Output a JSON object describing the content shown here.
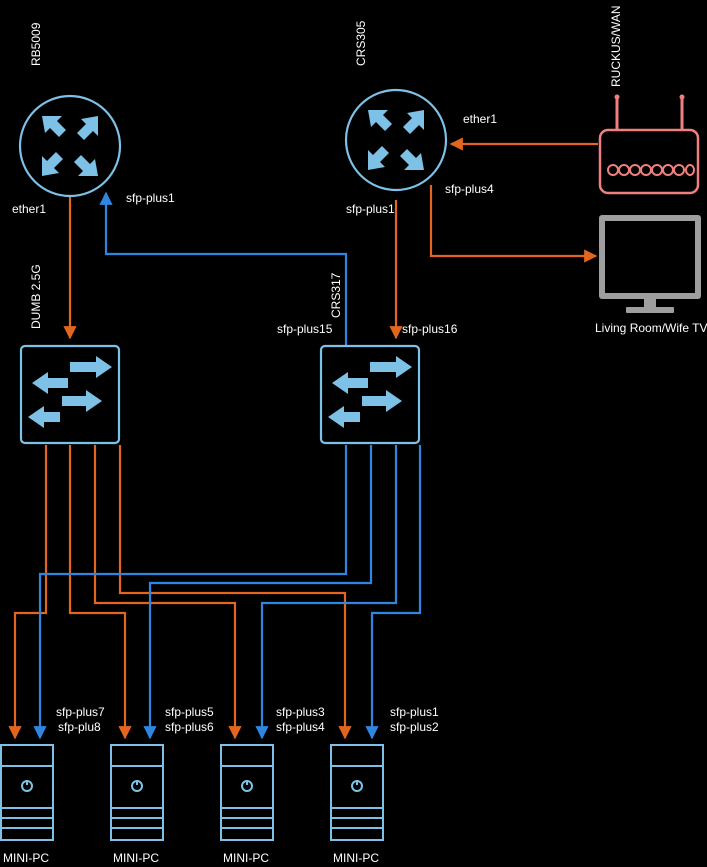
{
  "nodes": {
    "rb5009": {
      "label": "RB5009"
    },
    "crs305": {
      "label": "CRS305"
    },
    "ruckus": {
      "label": "RUCKUS/WAN"
    },
    "dumb": {
      "label": "DUMB 2.5G"
    },
    "crs317": {
      "label": "CRS317"
    },
    "tv": {
      "label": "Living Room/Wife TV"
    }
  },
  "ports": {
    "rb_ether1": "ether1",
    "rb_sfp1": "sfp-plus1",
    "crs305_ether1": "ether1",
    "crs305_sfp4": "sfp-plus4",
    "crs305_sfp1": "sfp-plus1",
    "crs317_sfp15": "sfp-plus15",
    "crs317_sfp16": "sfp-plus16"
  },
  "minipcs": [
    {
      "label": "MINI-PC",
      "port_a": "sfp-plus7",
      "port_b": "sfp-plu8"
    },
    {
      "label": "MINI-PC",
      "port_a": "sfp-plus5",
      "port_b": "sfp-plus6"
    },
    {
      "label": "MINI-PC",
      "port_a": "sfp-plus3",
      "port_b": "sfp-plus4"
    },
    {
      "label": "MINI-PC",
      "port_a": "sfp-plus1",
      "port_b": "sfp-plus2"
    }
  ],
  "colors": {
    "orange_link": "#e2661e",
    "blue_link": "#2f86e0",
    "device_outline": "#7dc1e6",
    "wan_router": "#f08080",
    "tv": "#9e9e9e"
  },
  "icons": {
    "router": "router-icon",
    "switch": "switch-icon",
    "wireless_router": "wireless-router-icon",
    "monitor": "monitor-icon",
    "server": "server-icon"
  }
}
